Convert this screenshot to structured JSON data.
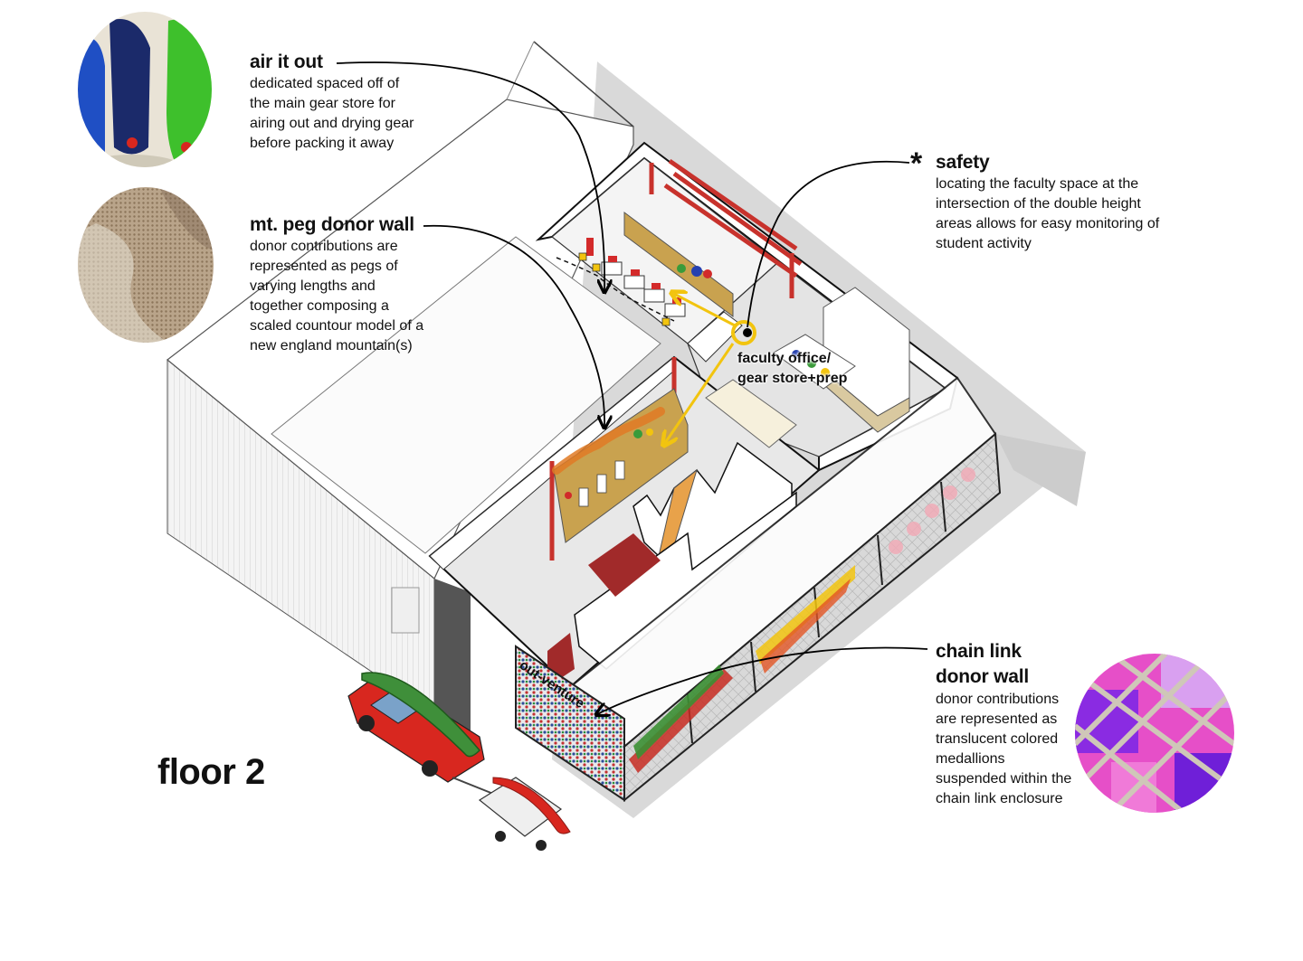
{
  "diagram": {
    "floor_label": "floor 2",
    "room_label": "faculty office/\ngear store+prep",
    "sign_text": "out-venture",
    "safety_marker": "*"
  },
  "annotations": [
    {
      "id": "air-it-out",
      "title": "air it out",
      "body": "dedicated spaced off of\nthe main gear store for\nairing out and drying gear\nbefore packing it away"
    },
    {
      "id": "mt-peg-donor-wall",
      "title": "mt. peg donor wall",
      "body": "donor contributions are\nrepresented as pegs of\nvarying lengths and\ntogether composing a\nscaled countour model of a\nnew england mountain(s)"
    },
    {
      "id": "safety",
      "title": "safety",
      "body": "locating the faculty space at the\nintersection of the double height\nareas allows for easy monitoring of\nstudent activity"
    },
    {
      "id": "chain-link-donor-wall",
      "title": "chain link\ndonor wall",
      "body": "donor contributions\nare represented as\ntranslucent colored\nmedallions\nsuspended within the\nchain link enclosure"
    }
  ],
  "colors": {
    "accent_yellow": "#f2c40f",
    "accent_red": "#c8322c",
    "peg_wall_wood": "#c9a24f",
    "floor_grey": "#e2e2e2",
    "shadow_grey": "#cfcfcf",
    "truck_red": "#d8271f",
    "kayak_green": "#3f8f3a"
  }
}
